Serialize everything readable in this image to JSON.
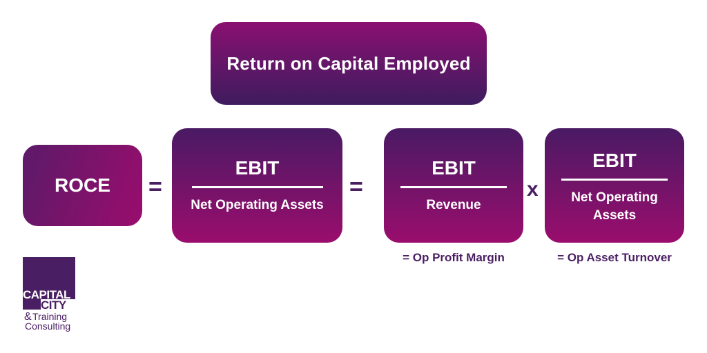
{
  "title": "Return on Capital Employed",
  "roce_label": "ROCE",
  "operators": {
    "equals_1": "=",
    "equals_2": "=",
    "times": "x"
  },
  "fraction_1": {
    "numerator": "EBIT",
    "denominator": "Net Operating Assets"
  },
  "fraction_2": {
    "numerator": "EBIT",
    "denominator": "Revenue",
    "caption": "= Op Profit Margin"
  },
  "fraction_3": {
    "numerator": "EBIT",
    "denominator_line1": "Net Operating",
    "denominator_line2": "Assets",
    "caption": "= Op Asset Turnover"
  },
  "logo": {
    "line1": "CAPITAL",
    "line2": "CITY",
    "ampersand": "&",
    "line3": "Training",
    "line4": "Consulting"
  },
  "colors": {
    "magenta": "#9a0d6d",
    "purple": "#4a1e63",
    "text_on_box": "#ffffff"
  }
}
